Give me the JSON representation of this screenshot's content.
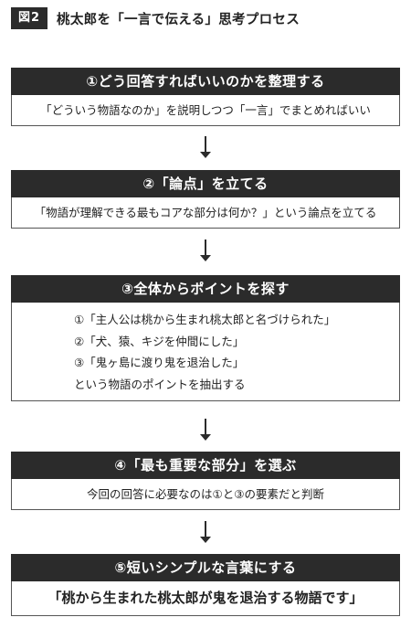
{
  "figure": {
    "tag": "図2",
    "title": "桃太郎を「一言で伝える」思考プロセス"
  },
  "steps": [
    {
      "heading": "①どう回答すればいいのかを整理する",
      "body": "「どういう物語なのか」を説明しつつ「一言」でまとめればいい"
    },
    {
      "heading": "②「論点」を立てる",
      "body": "「物語が理解できる最もコアな部分は何か？」という論点を立てる"
    },
    {
      "heading": "③全体からポイントを探す",
      "lines": [
        "①「主人公は桃から生まれ桃太郎と名づけられた」",
        "②「犬、猿、キジを仲間にした」",
        "③「鬼ヶ島に渡り鬼を退治した」",
        "という物語のポイントを抽出する"
      ]
    },
    {
      "heading": "④「最も重要な部分」を選ぶ",
      "body": "今回の回答に必要なのは①と③の要素だと判断"
    },
    {
      "heading": "⑤短いシンプルな言葉にする",
      "body": "「桃から生まれた桃太郎が鬼を退治する物語です」"
    }
  ]
}
